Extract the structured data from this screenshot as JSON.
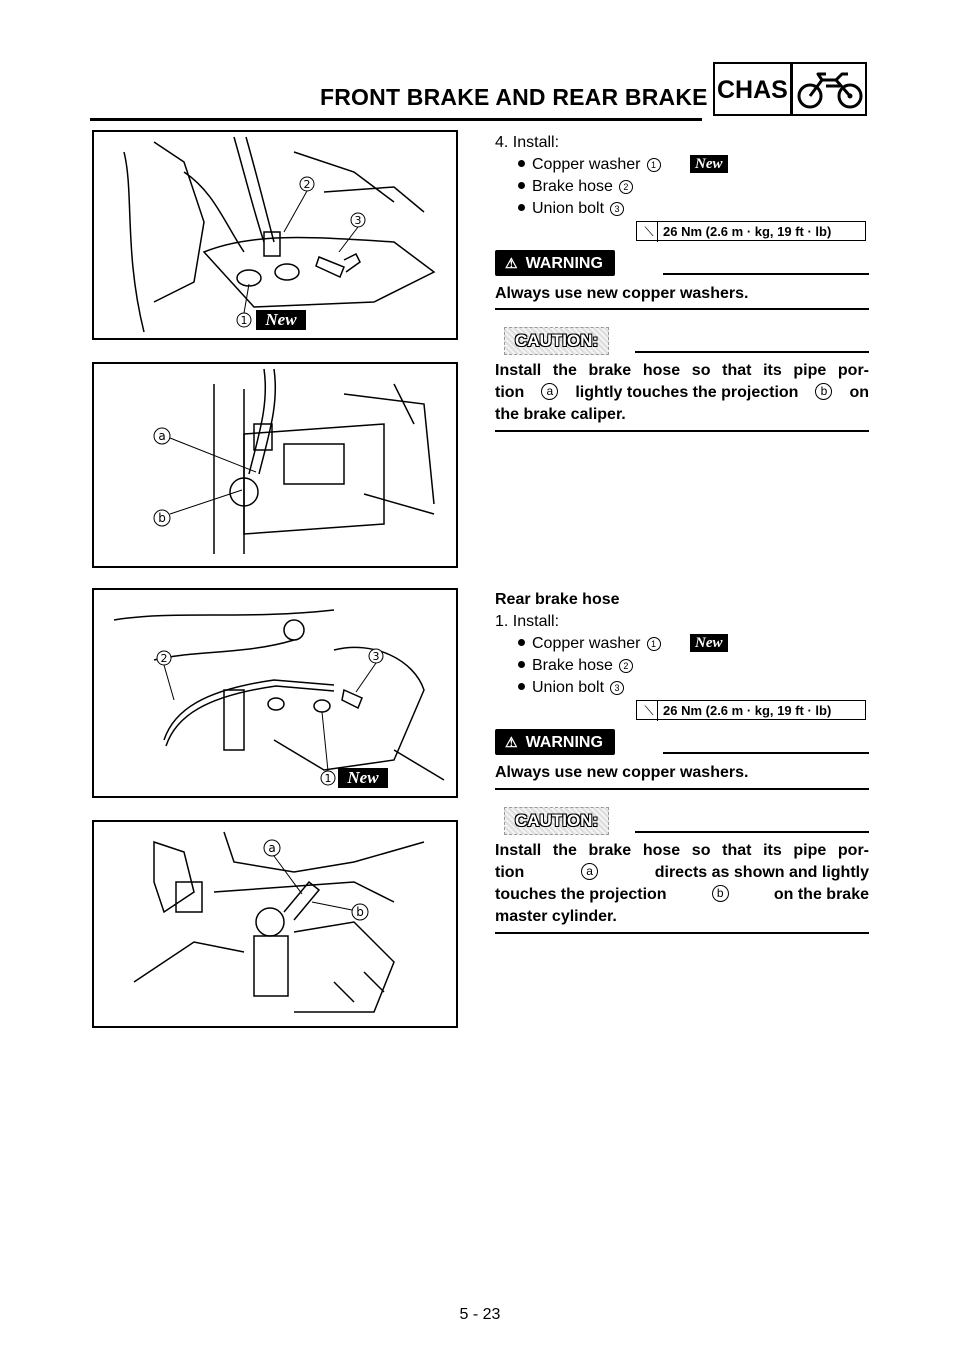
{
  "header": {
    "title": "FRONT BRAKE AND REAR BRAKE",
    "section": "CHAS",
    "section_icon": "motorcycle-icon"
  },
  "front": {
    "step": "4. Install:",
    "items": [
      {
        "label": "Copper washer",
        "num": "1",
        "new": "New"
      },
      {
        "label": "Brake hose",
        "num": "2"
      },
      {
        "label": "Union bolt",
        "num": "3"
      }
    ],
    "torque": "26 Nm (2.6 m · kg, 19 ft · lb)",
    "warning_label": "WARNING",
    "warning_text": "Always use new copper washers.",
    "caution_label": "CAUTION:",
    "caution_text_1": "Install the brake hose so that its pipe por-",
    "caution_text_2a": "tion",
    "caution_text_2b": "lightly touches the projection",
    "caution_text_2c": "on",
    "caution_text_3": "the brake caliper.",
    "mark_a": "a",
    "mark_b": "b"
  },
  "rear": {
    "heading": "Rear brake hose",
    "step": "1. Install:",
    "items": [
      {
        "label": "Copper washer",
        "num": "1",
        "new": "New"
      },
      {
        "label": "Brake hose",
        "num": "2"
      },
      {
        "label": "Union bolt",
        "num": "3"
      }
    ],
    "torque": "26 Nm (2.6 m · kg, 19 ft · lb)",
    "warning_label": "WARNING",
    "warning_text": "Always use new copper washers.",
    "caution_label": "CAUTION:",
    "caution_text_1": "Install the brake hose so that its pipe por-",
    "caution_text_2a": "tion",
    "caution_text_2b": "directs as shown and lightly",
    "caution_text_3a": "touches the projection",
    "caution_text_3b": "on the brake",
    "caution_text_4": "master cylinder.",
    "mark_a": "a",
    "mark_b": "b"
  },
  "figures": {
    "fig1": {
      "labels": [
        "1",
        "2",
        "3"
      ],
      "new": "New"
    },
    "fig2": {
      "labels": [
        "a",
        "b"
      ]
    },
    "fig3": {
      "labels": [
        "1",
        "2",
        "3"
      ],
      "new": "New"
    },
    "fig4": {
      "labels": [
        "a",
        "b"
      ]
    }
  },
  "footer": {
    "page": "5 - 23"
  }
}
